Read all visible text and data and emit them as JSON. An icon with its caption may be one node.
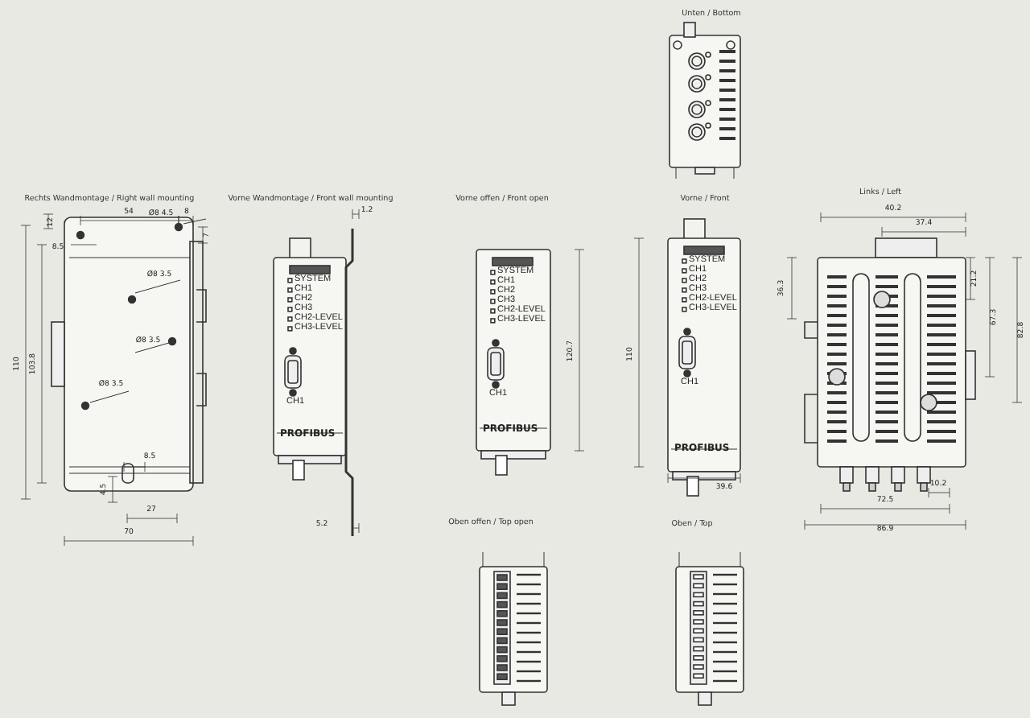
{
  "diagram": {
    "labels": [
      "Unten / Bottom",
      "Rechts Wandmontage / Right wall mounting",
      "Vorne Wandmontage / Front wall mounting",
      "Vorne offen / Front open",
      "Vorne / Front",
      "Links / Left",
      "12",
      "54",
      "8",
      "7",
      "8.5",
      "Ø8 4.5",
      "Ø8 3.5",
      "Ø8 3.5",
      "Ø8 3.5",
      "110",
      "103.8",
      "8.5",
      "4.5",
      "27",
      "70",
      "1.2",
      "5.2",
      "120.7",
      "110",
      "39.6",
      "40.2",
      "37.4",
      "36.3",
      "21.2",
      "67.3",
      "82.8",
      "10.2",
      "72.5",
      "86.9",
      "Oben offen / Top open",
      "Oben / Top",
      "SYSTEM",
      "CH1",
      "CH2",
      "CH3",
      "CH2-LEVEL",
      "CH3-LEVEL",
      "CH1",
      "PROFIBUS",
      "SYSTEM",
      "CH1",
      "CH2",
      "CH3",
      "CH2-LEVEL",
      "CH3-LEVEL",
      "CH1",
      "PROFIBUS",
      "SYSTEM",
      "CH1",
      "CH2",
      "CH3",
      "CH2-LEVEL",
      "CH3-LEVEL",
      "CH1",
      "PROFIBUS"
    ]
  }
}
